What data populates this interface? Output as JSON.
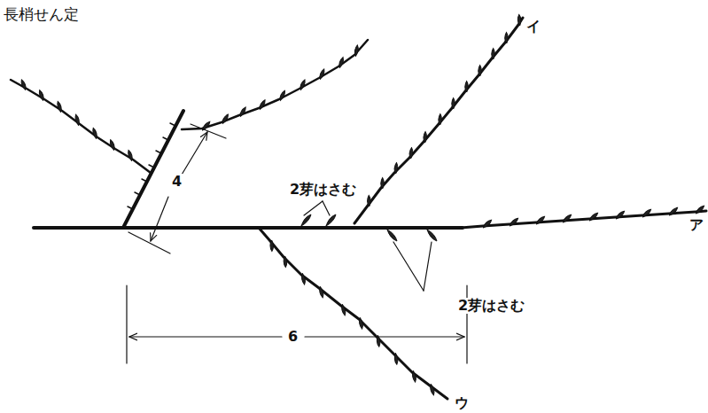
{
  "diagram": {
    "title": "長梢せん定",
    "labels": [
      "4",
      "2芽はさむ",
      "2芽はさむ",
      "6",
      "イ",
      "ア",
      "ウ"
    ]
  }
}
